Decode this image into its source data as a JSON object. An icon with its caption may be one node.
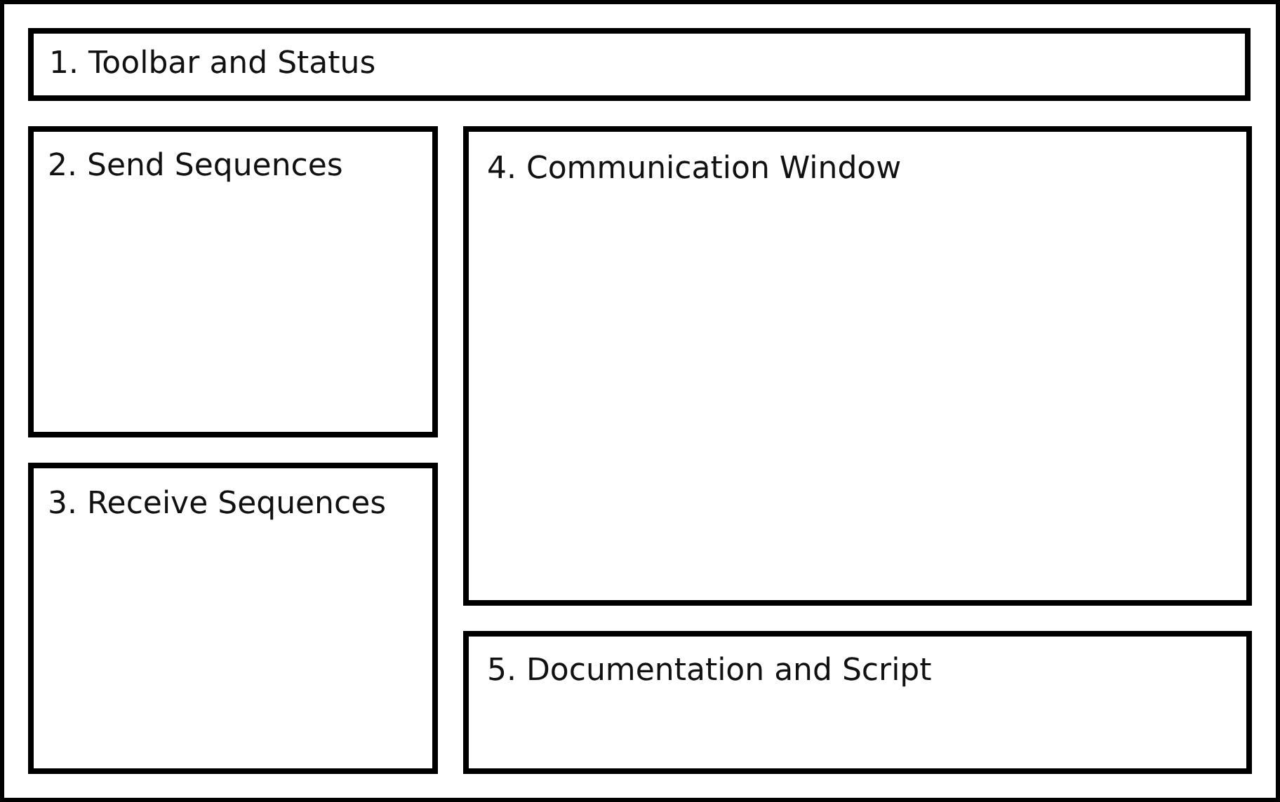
{
  "diagram": {
    "nodes": [
      {
        "text": [],
        "shape": "box"
      },
      {
        "text": [
          "1. Toolbar and Status"
        ],
        "in": 0
      },
      {
        "text": [
          "2. Send Sequences"
        ],
        "in": 0
      },
      {
        "text": [
          "3. Receive Sequences"
        ],
        "in": 0
      },
      {
        "text": [
          "4. Communication Window"
        ],
        "in": 0
      },
      {
        "text": [
          "5. Documentation and Script"
        ],
        "in": 0
      }
    ]
  }
}
